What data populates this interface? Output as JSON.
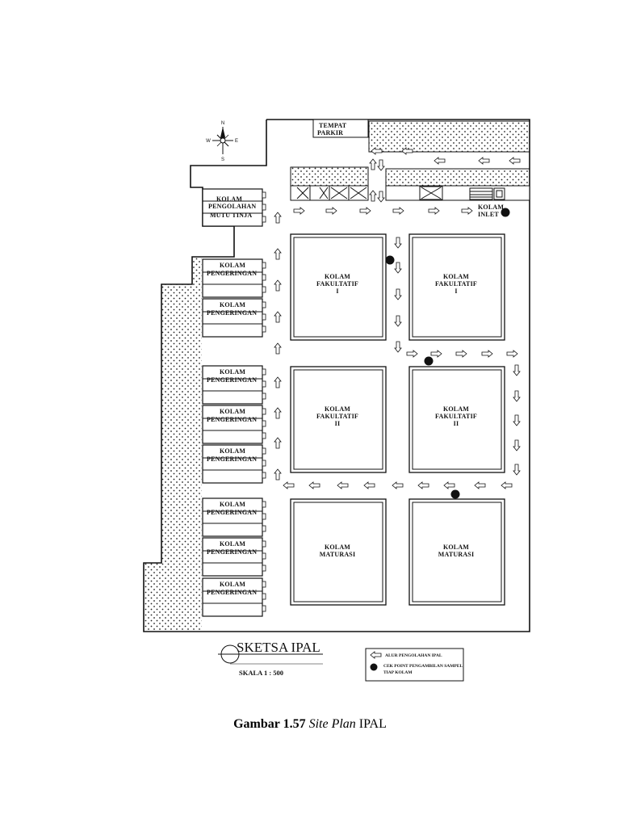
{
  "site": {
    "parking_label_1": "TEMPAT",
    "parking_label_2": "PARKIR",
    "inlet_label_1": "KOLAM",
    "inlet_label_2": "INLET"
  },
  "sludge_pond": {
    "line1": "KOLAM",
    "line2": "PENGOLAHAN",
    "line3": "MUTU TINJA"
  },
  "drying_ponds": [
    {
      "line1": "KOLAM",
      "line2": "PENGERINGAN"
    },
    {
      "line1": "KOLAM",
      "line2": "PENGERINGAN"
    },
    {
      "line1": "KOLAM",
      "line2": "PENGERINGAN"
    },
    {
      "line1": "KOLAM",
      "line2": "PENGERINGAN"
    },
    {
      "line1": "KOLAM",
      "line2": "PENGERINGAN"
    },
    {
      "line1": "KOLAM",
      "line2": "PENGERINGAN"
    },
    {
      "line1": "KOLAM",
      "line2": "PENGERINGAN"
    },
    {
      "line1": "KOLAM",
      "line2": "PENGERINGAN"
    }
  ],
  "ponds": [
    {
      "line1": "KOLAM",
      "line2": "FAKULTATIF",
      "line3": "I"
    },
    {
      "line1": "KOLAM",
      "line2": "FAKULTATIF",
      "line3": "I"
    },
    {
      "line1": "KOLAM",
      "line2": "FAKULTATIF",
      "line3": "II"
    },
    {
      "line1": "KOLAM",
      "line2": "FAKULTATIF",
      "line3": "II"
    },
    {
      "line1": "KOLAM",
      "line2": "MATURASI",
      "line3": ""
    },
    {
      "line1": "KOLAM",
      "line2": "MATURASI",
      "line3": ""
    }
  ],
  "compass": {
    "n": "N",
    "s": "S",
    "e": "E",
    "w": "W"
  },
  "title_block": {
    "title": "SKETSA IPAL",
    "scale": "SKALA 1 : 500"
  },
  "legend": {
    "flow": "ALUR PENGOLAHAN IPAL",
    "sample_1": "CEK POINT PENGAMBILAN SAMPEL",
    "sample_2": "TIAP KOLAM"
  },
  "caption": {
    "label": "Gambar 1.57",
    "italic": "Site Plan",
    "rest": "IPAL"
  }
}
